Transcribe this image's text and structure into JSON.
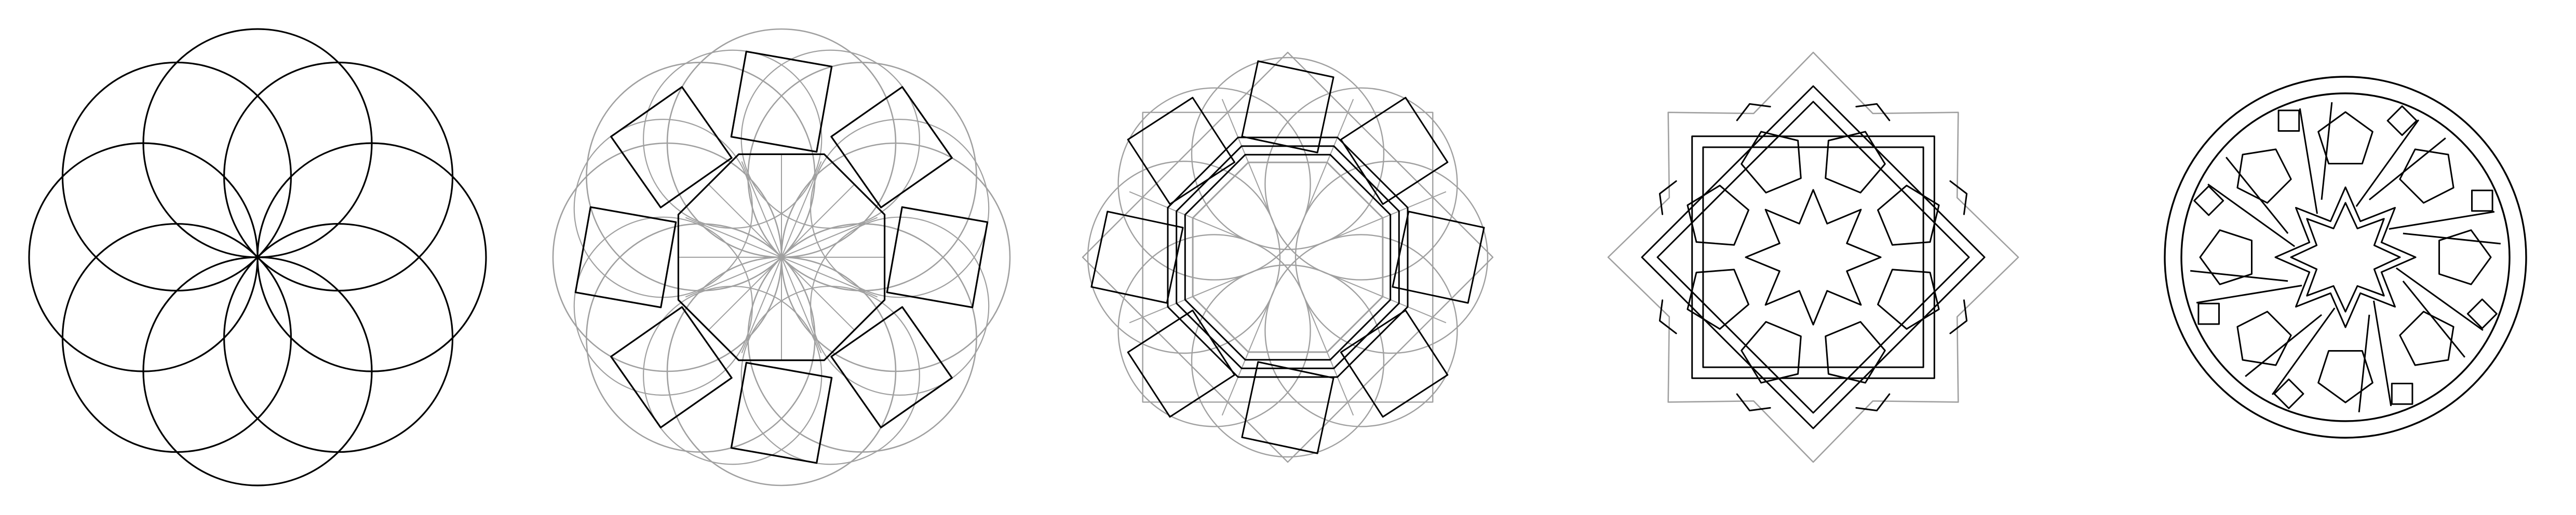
{
  "figure": {
    "description_hidden": "",
    "colors": {
      "background": "#ffffff",
      "primary_stroke": "#000000",
      "construction_stroke": "#a0a0a0"
    },
    "panels": [
      {
        "id": "step-1",
        "motif": "eight-circle-rosette",
        "fold": 8,
        "construction_lines": false
      },
      {
        "id": "step-2",
        "motif": "rotated-squares-over-rosette",
        "fold": 8,
        "construction_lines": true
      },
      {
        "id": "step-3",
        "motif": "octagon-and-star-lattice",
        "fold": 8,
        "construction_lines": true
      },
      {
        "id": "step-4",
        "motif": "interlaced-eight-point-star",
        "fold": 8,
        "construction_lines": true
      },
      {
        "id": "step-5",
        "motif": "circular-interlace-medallion",
        "fold": 8,
        "construction_lines": false
      }
    ]
  }
}
